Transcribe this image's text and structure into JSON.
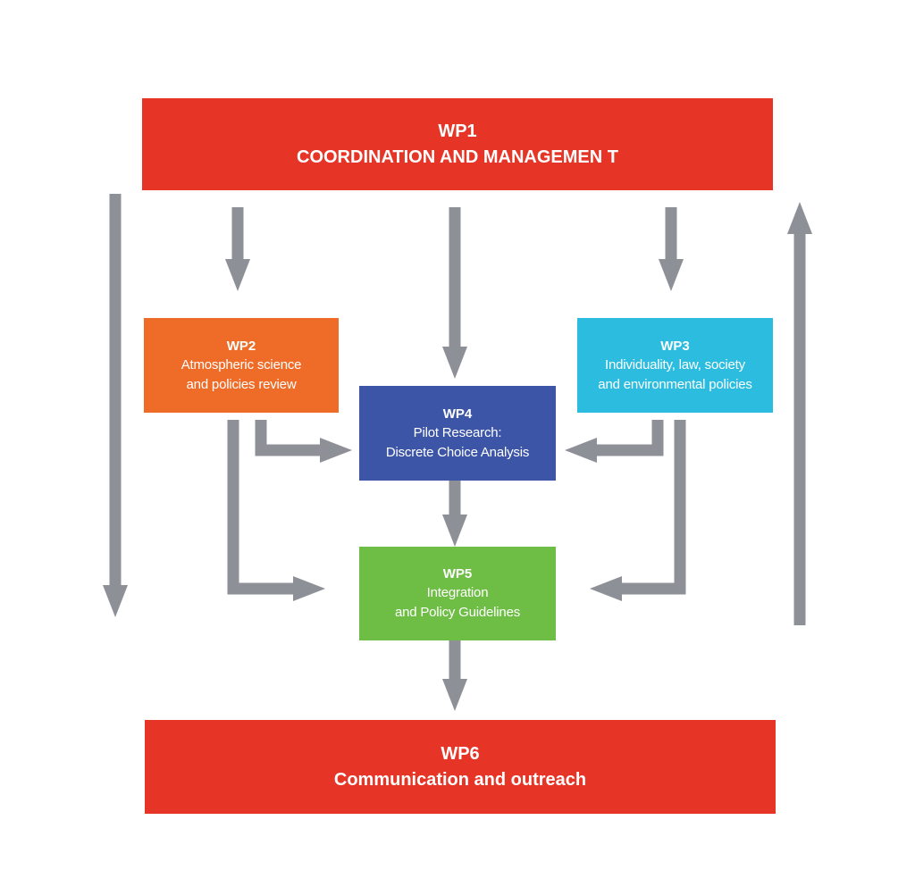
{
  "colors": {
    "wp1": "#e63527",
    "wp2": "#ef6c28",
    "wp3": "#2bbcdf",
    "wp4": "#3d55a7",
    "wp5": "#6ebd45",
    "wp6": "#e63527",
    "arrow": "#8e9097"
  },
  "wp1": {
    "title": "WP1",
    "line1": "COORDINATION AND MANAGEMEN T"
  },
  "wp2": {
    "title": "WP2",
    "line1": "Atmospheric science",
    "line2": "and policies review"
  },
  "wp3": {
    "title": "WP3",
    "line1": "Individuality, law, society",
    "line2": "and environmental policies"
  },
  "wp4": {
    "title": "WP4",
    "line1": "Pilot Research:",
    "line2": "Discrete Choice Analysis"
  },
  "wp5": {
    "title": "WP5",
    "line1": "Integration",
    "line2": "and Policy Guidelines"
  },
  "wp6": {
    "title": "WP6",
    "line1": "Communication and outreach"
  },
  "connections": [
    {
      "from": "wp1",
      "to": "wp2"
    },
    {
      "from": "wp1",
      "to": "wp4"
    },
    {
      "from": "wp1",
      "to": "wp3"
    },
    {
      "from": "wp2",
      "to": "wp4"
    },
    {
      "from": "wp3",
      "to": "wp4"
    },
    {
      "from": "wp4",
      "to": "wp5"
    },
    {
      "from": "wp2",
      "to": "wp5"
    },
    {
      "from": "wp3",
      "to": "wp5"
    },
    {
      "from": "wp5",
      "to": "wp6"
    },
    {
      "from": "wp1",
      "to": "wp6"
    },
    {
      "from": "wp6",
      "to": "wp1"
    }
  ]
}
